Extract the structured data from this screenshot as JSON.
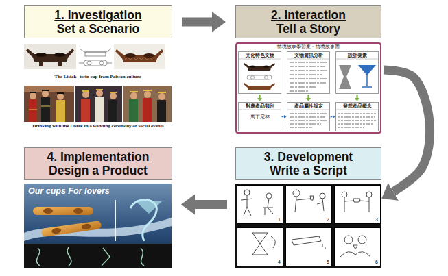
{
  "diagram": {
    "nodes": [
      {
        "text": [
          "1. Investigation",
          "Set a Scenario"
        ]
      },
      {
        "text": [
          "2. Interaction",
          "Tell a Story"
        ]
      },
      {
        "text": [
          "情境故事學習案－情境故事圖"
        ]
      },
      {
        "text": [
          "文化特色文物"
        ],
        "in": 2
      },
      {
        "text": [
          "文物資訊分析"
        ],
        "in": 2
      },
      {
        "text": [
          "設計要素"
        ],
        "in": 2
      },
      {
        "text": [
          "對應產品類別",
          "馬丁尼杯"
        ],
        "in": 2
      },
      {
        "text": [
          "產品屬性設定"
        ],
        "in": 2
      },
      {
        "text": [
          "發想產品概念"
        ],
        "in": 2
      },
      {
        "text": [
          "3. Development",
          "Write a Script"
        ]
      },
      {
        "text": [
          "1"
        ]
      },
      {
        "text": [
          "2"
        ]
      },
      {
        "text": [
          "3"
        ]
      },
      {
        "text": [
          "4"
        ]
      },
      {
        "text": [
          "5"
        ]
      },
      {
        "text": [
          "6"
        ]
      },
      {
        "text": [
          "4. Implementation",
          "Design a Product"
        ]
      },
      {
        "text": [
          "Our cups For lovers"
        ]
      }
    ],
    "edges": [
      {
        "from": 0,
        "to": 1,
        "arrow": "to"
      },
      {
        "from": 3,
        "to": 6,
        "arrow": "to"
      },
      {
        "from": 4,
        "to": 7,
        "arrow": "to"
      },
      {
        "from": 5,
        "to": 8,
        "arrow": "to"
      },
      {
        "from": 6,
        "to": 7,
        "arrow": "to"
      },
      {
        "from": 7,
        "to": 8,
        "arrow": "to"
      },
      {
        "from": 2,
        "to": 12,
        "arrow": "to"
      },
      {
        "from": 10,
        "to": 17,
        "arrow": "to"
      }
    ],
    "labels": [
      "The Lisiak –twin cup from Paiwan culture",
      "Drinking with the Lisiak in a wedding ceremony or social events"
    ]
  }
}
